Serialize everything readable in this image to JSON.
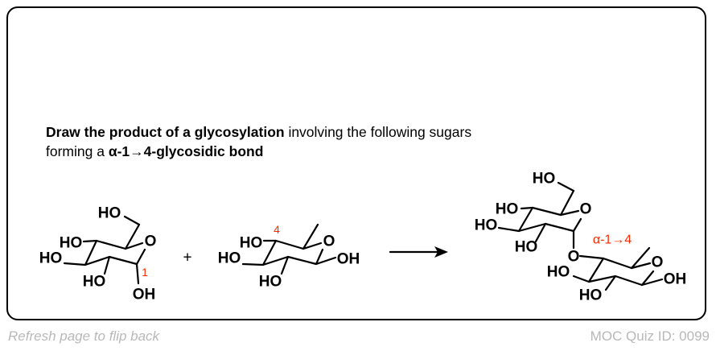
{
  "question": {
    "line1_bold": "Draw the product of a glycosylation",
    "line1_rest": " involving the following sugars",
    "line2_start": "forming a ",
    "line2_bold": "α-1→4-glycosidic bond"
  },
  "reactant1": {
    "ho_c6": "HO",
    "ring_o": "O",
    "ho_c4": "HO",
    "ho_c3": "HO",
    "ho_c2": "HO",
    "oh_c1": "OH",
    "carbon_number": "1"
  },
  "plus": "+",
  "reactant2": {
    "ring_o": "O",
    "ho_c4": "HO",
    "ho_c3": "HO",
    "ho_c2": "HO",
    "oh_c1": "OH",
    "carbon_number": "4"
  },
  "product": {
    "ho_c6": "HO",
    "ring_o": "O",
    "ho_c4": "HO",
    "ho_c3": "HO",
    "ho_c2": "HO",
    "bridge_o": "O",
    "ring_o2": "O",
    "ho_c3b": "HO",
    "ho_c2b": "HO",
    "oh_c1b": "OH",
    "linkage_label": "α-1→4"
  },
  "footer": {
    "left": "Refresh page to flip back",
    "right": "MOC Quiz ID: 0099"
  },
  "colors": {
    "highlight": "#ff2a00",
    "footer": "#b8b8b8"
  }
}
